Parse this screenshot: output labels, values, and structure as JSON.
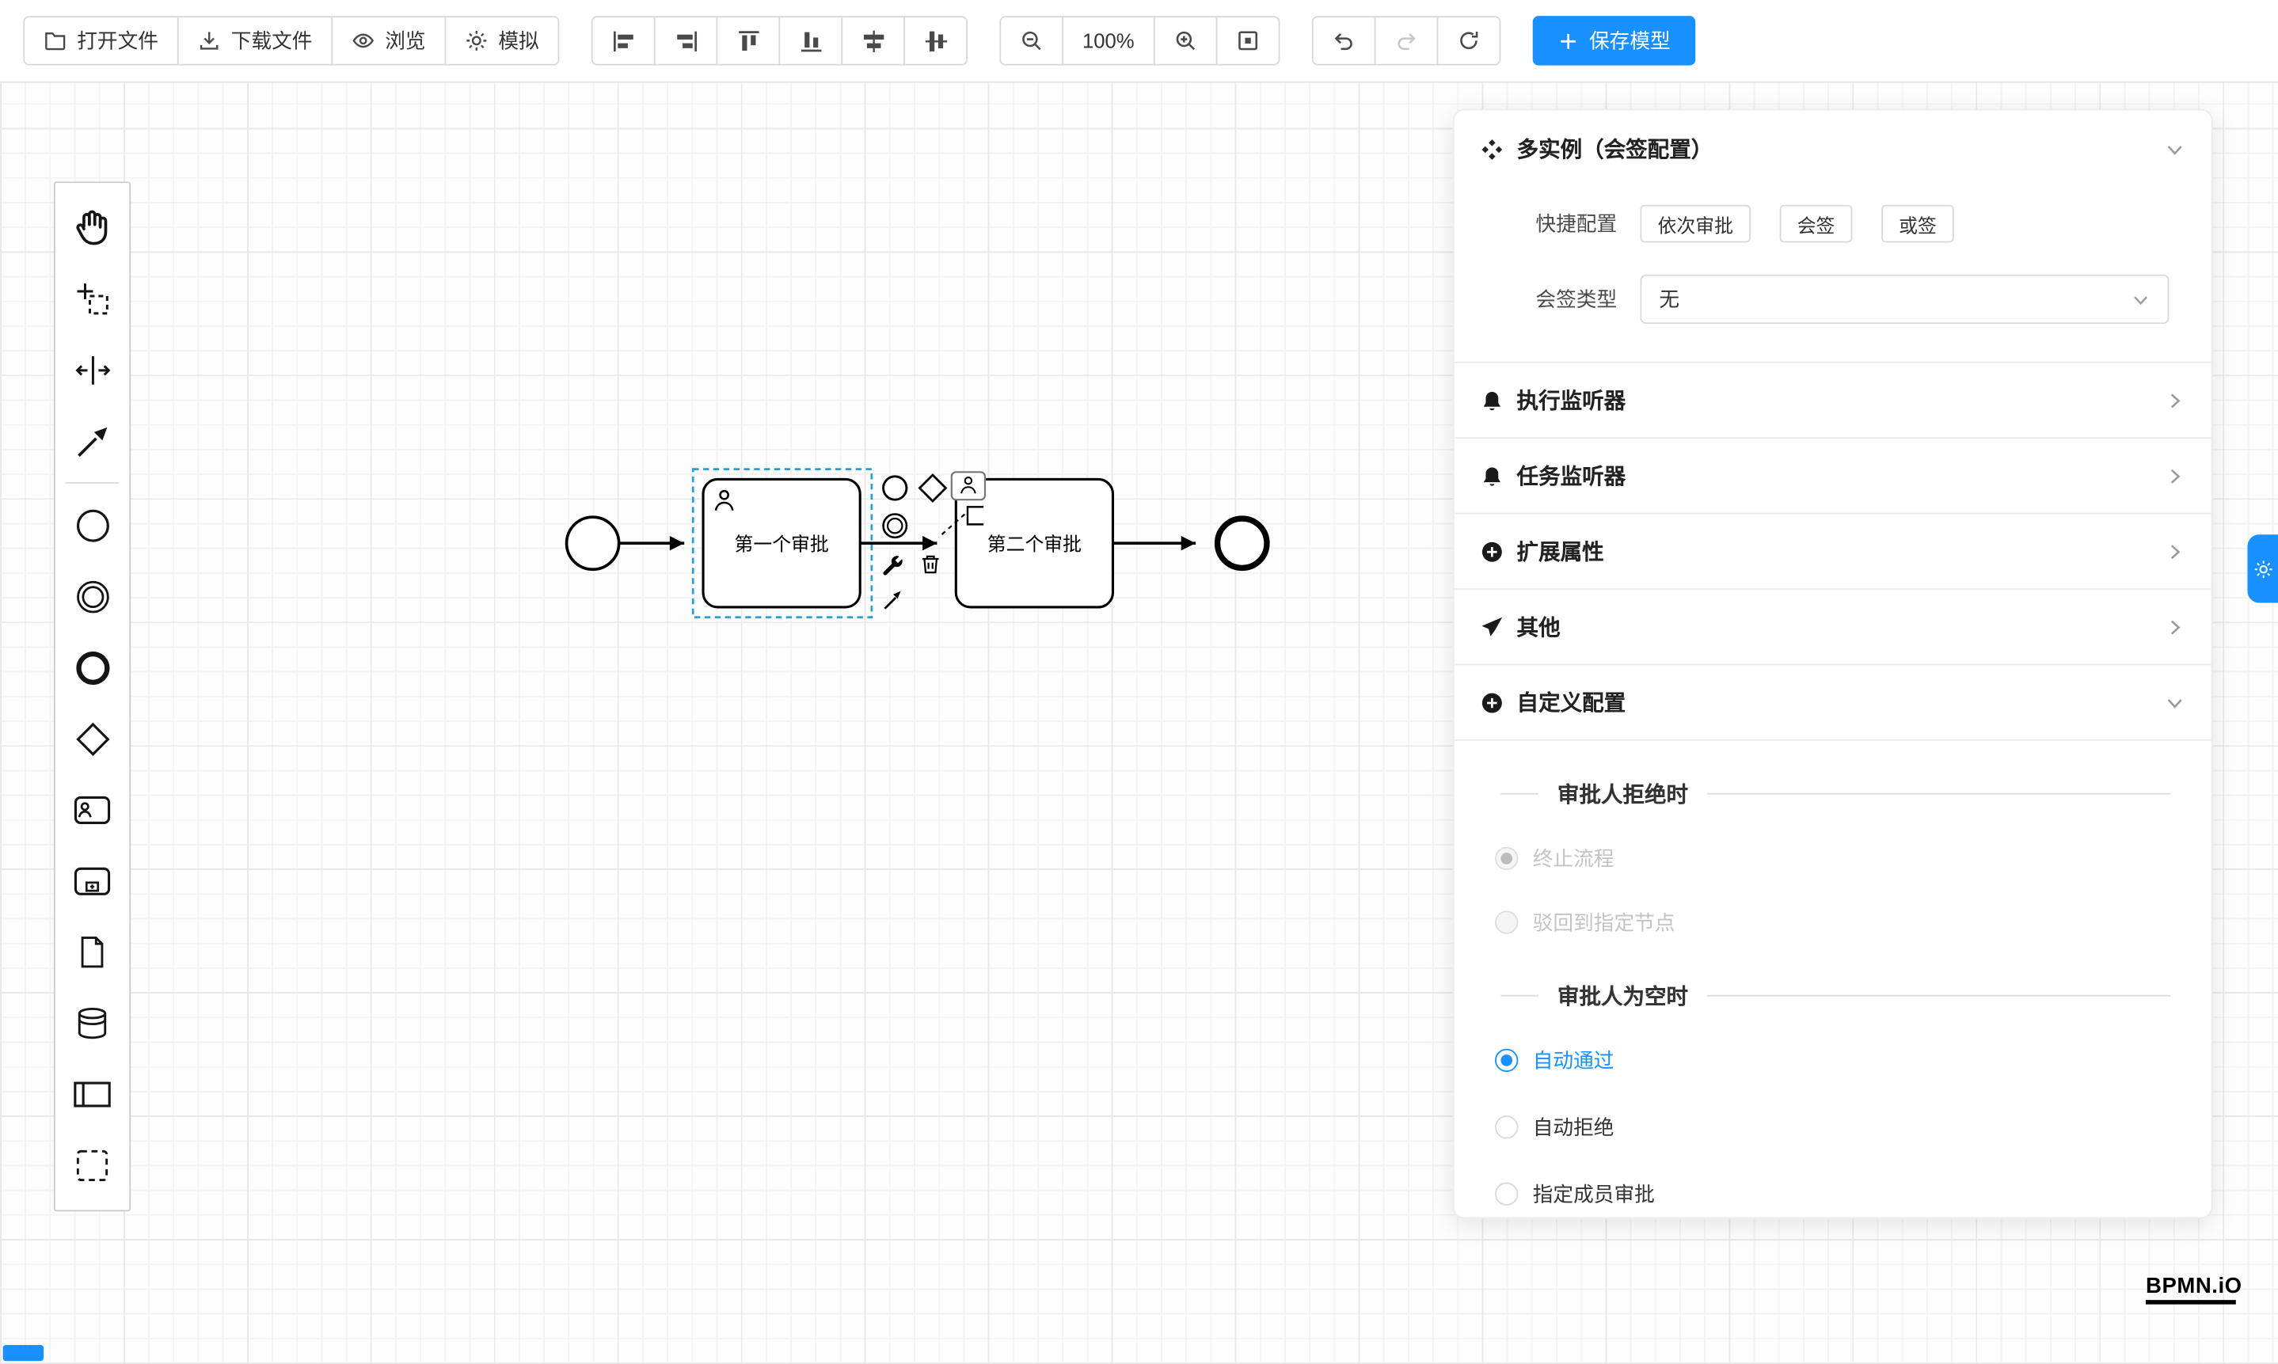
{
  "toolbar": {
    "open_file": "打开文件",
    "download_file": "下载文件",
    "preview": "浏览",
    "simulate": "模拟",
    "zoom_level": "100%",
    "save_model": "保存模型"
  },
  "canvas": {
    "task1_label": "第一个审批",
    "task2_label": "第二个审批"
  },
  "panel": {
    "title": "多实例（会签配置）",
    "quick_config_label": "快捷配置",
    "quick_options": [
      "依次审批",
      "会签",
      "或签"
    ],
    "sign_type_label": "会签类型",
    "sign_type_value": "无",
    "sections": [
      "执行监听器",
      "任务监听器",
      "扩展属性",
      "其他",
      "自定义配置"
    ],
    "reject_title": "审批人拒绝时",
    "reject_options": [
      {
        "label": "终止流程",
        "checked": true,
        "disabled": true
      },
      {
        "label": "驳回到指定节点",
        "checked": false,
        "disabled": true
      }
    ],
    "empty_title": "审批人为空时",
    "empty_options": [
      {
        "label": "自动通过",
        "checked": true
      },
      {
        "label": "自动拒绝",
        "checked": false
      },
      {
        "label": "指定成员审批",
        "checked": false
      }
    ]
  },
  "logo": {
    "text": "BPMN.iO"
  },
  "colors": {
    "accent": "#1890ff",
    "selection": "#2c9fd0",
    "shape_stroke": "#000000",
    "panel_bg": "#ffffff"
  }
}
